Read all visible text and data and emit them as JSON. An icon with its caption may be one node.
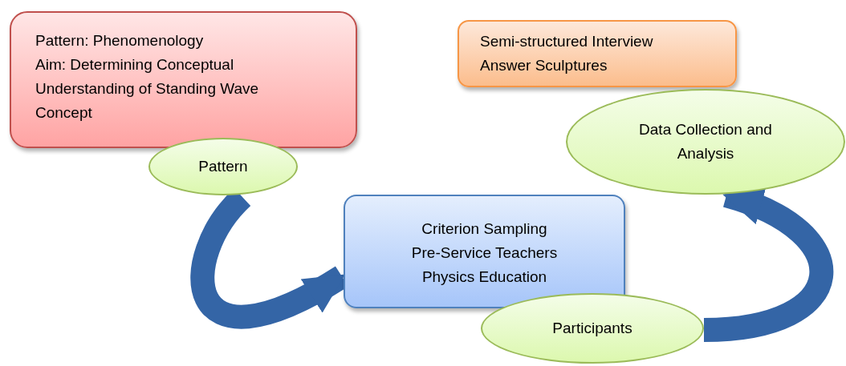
{
  "diagram": {
    "nodes": [
      {
        "text": [
          "Pattern: Phenomenology",
          "Aim: Determining Conceptual Understanding of Standing Wave Concept"
        ]
      },
      {
        "text": [
          "Pattern"
        ]
      },
      {
        "text": [
          "Criterion Sampling",
          "Pre-Service Teachers",
          "Physics Education"
        ]
      },
      {
        "text": [
          "Participants"
        ]
      },
      {
        "text": [
          "Semi-structured Interview",
          "Answer Sculptures"
        ]
      },
      {
        "text": [
          "Data Collection and Analysis"
        ]
      }
    ],
    "edges": [
      {
        "from": 1,
        "to": 2,
        "arrow": "to"
      },
      {
        "from": 3,
        "to": 5,
        "arrow": "to"
      }
    ]
  }
}
